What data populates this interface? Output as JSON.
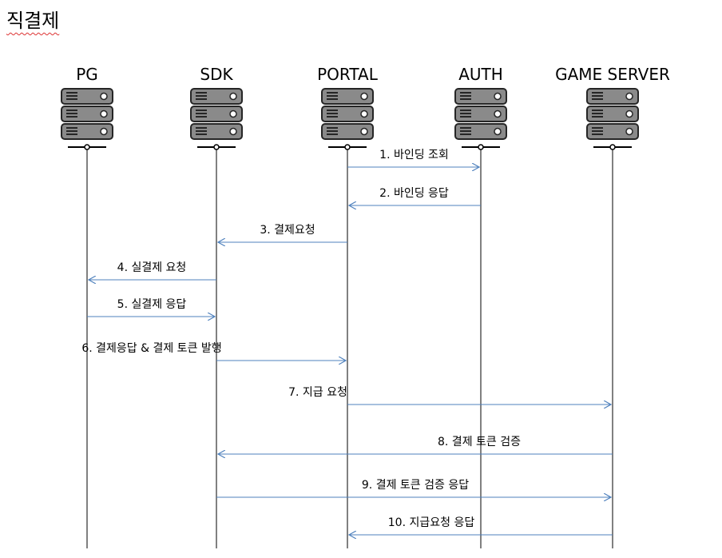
{
  "title": "직결제",
  "colors": {
    "arrow": "#4f81bd",
    "lifeline": "#000000",
    "server_body": "#8a8a8a",
    "server_dark": "#262626",
    "server_light": "#ffffff"
  },
  "participants": [
    {
      "id": "pg",
      "label": "PG"
    },
    {
      "id": "sdk",
      "label": "SDK"
    },
    {
      "id": "portal",
      "label": "PORTAL"
    },
    {
      "id": "auth",
      "label": "AUTH"
    },
    {
      "id": "game_server",
      "label": "GAME SERVER"
    }
  ],
  "messages": [
    {
      "from": "portal",
      "to": "auth",
      "label": "1. 바인딩 조회"
    },
    {
      "from": "auth",
      "to": "portal",
      "label": "2. 바인딩 응답"
    },
    {
      "from": "portal",
      "to": "sdk",
      "label": "3. 결제요청"
    },
    {
      "from": "sdk",
      "to": "pg",
      "label": "4. 실결제 요청"
    },
    {
      "from": "pg",
      "to": "sdk",
      "label": "5. 실결제 응답"
    },
    {
      "from": "sdk",
      "to": "portal",
      "label": "6. 결제응답 & 결제 토큰 발행"
    },
    {
      "from": "portal",
      "to": "game_server",
      "label": "7. 지급 요청"
    },
    {
      "from": "game_server",
      "to": "sdk",
      "label": "8. 결제 토큰 검증"
    },
    {
      "from": "sdk",
      "to": "game_server",
      "label": "9. 결제 토큰 검증 응답"
    },
    {
      "from": "game_server",
      "to": "portal",
      "label": "10. 지급요청 응답"
    }
  ]
}
